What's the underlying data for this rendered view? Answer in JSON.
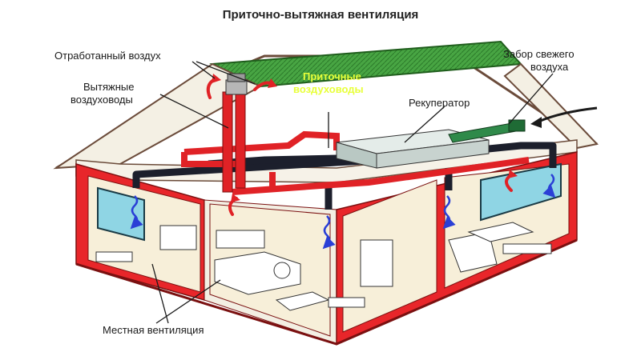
{
  "title": "Приточно-вытяжная вентиляция",
  "labels": {
    "exhaust_air": "Отработанный воздух",
    "exhaust_ducts_line1": "Вытяжные",
    "exhaust_ducts_line2": "воздуховоды",
    "supply_ducts_line1": "Приточные",
    "supply_ducts_line2": "воздуховоды",
    "recuperator": "Рекуператор",
    "fresh_air_line1": "Забор свежего",
    "fresh_air_line2": "воздуха",
    "local_ventilation": "Местная вентиляция"
  },
  "colors": {
    "wall_red": "#e8262a",
    "roof_green": "#3f9c3a",
    "roof_outline": "#1f5d1c",
    "duct_dark": "#1c1f2c",
    "duct_red": "#e02226",
    "arrow_blue": "#2a3fd6",
    "window_cyan": "#8fd5e4",
    "floor_beige": "#efe6cf",
    "recuperator_gray": "#c8d3cf",
    "intake_green": "#2f8a4a"
  }
}
